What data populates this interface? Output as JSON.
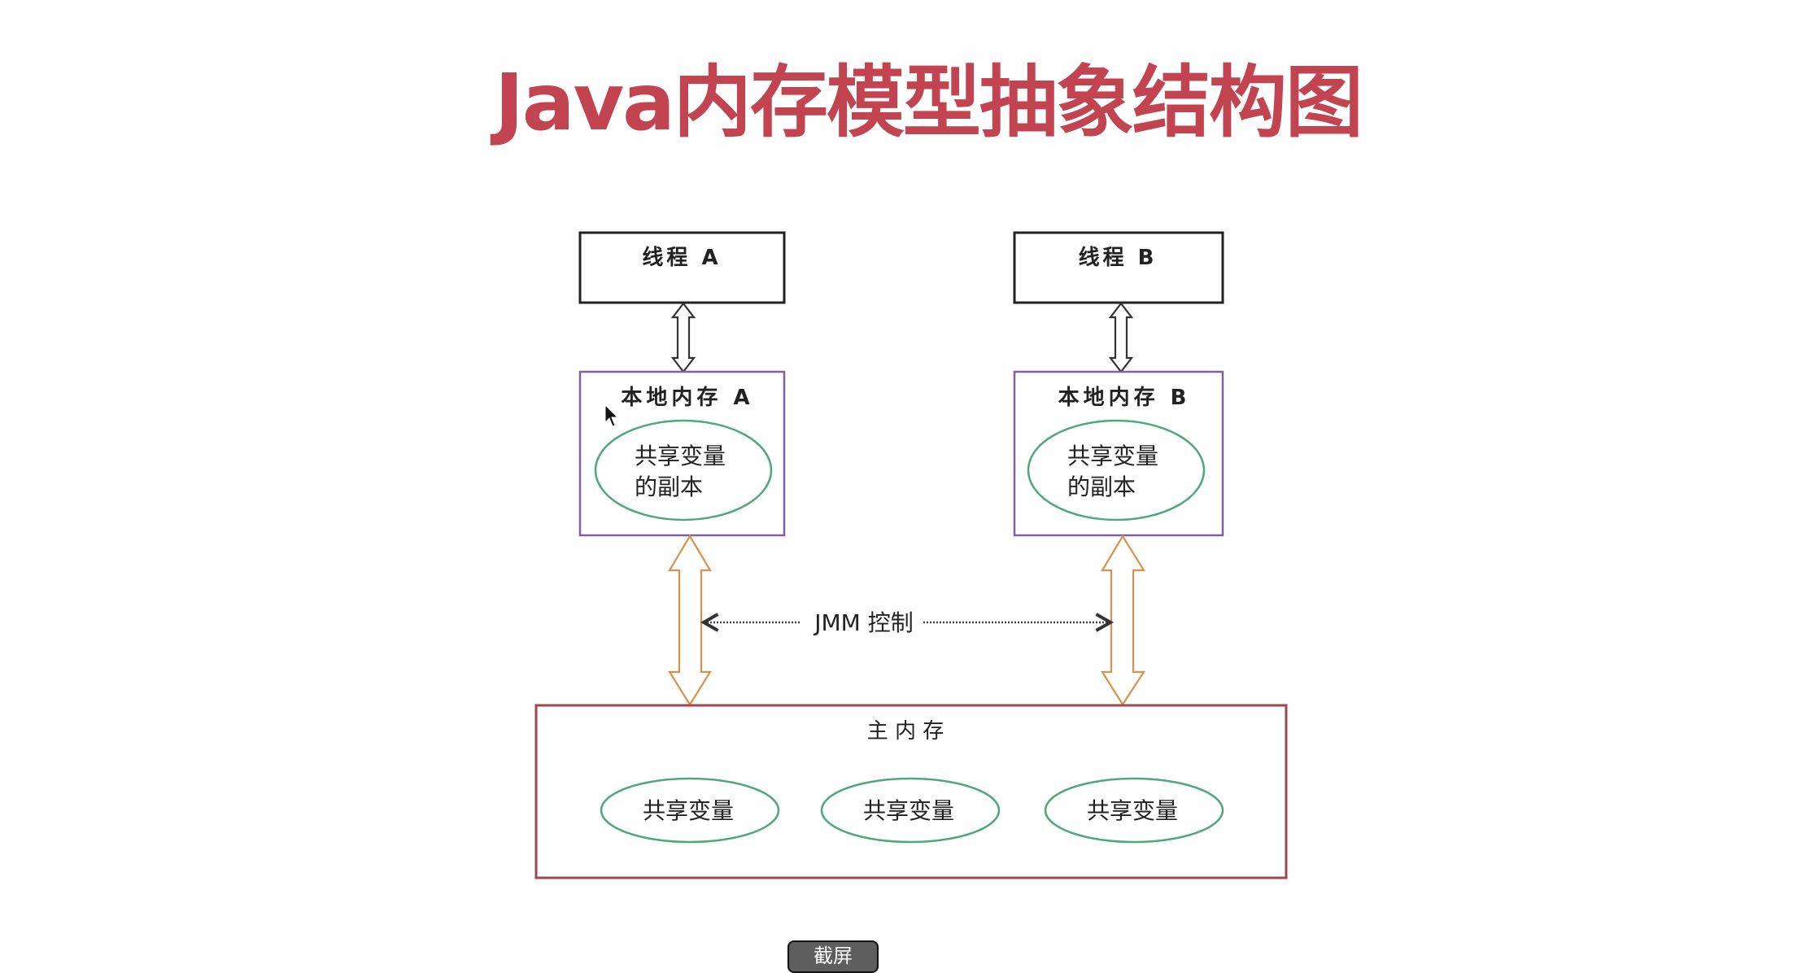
{
  "title": "Java内存模型抽象结构图",
  "colors": {
    "title": "#c14450",
    "thread_border": "#222222",
    "local_memory_border": "#7b62a3",
    "main_memory_border": "#a0484e",
    "ellipse_border": "#4fa87a",
    "orange_arrow": "#d9924e",
    "black_arrow": "#333333"
  },
  "diagram": {
    "threads": [
      {
        "label": "线程 A"
      },
      {
        "label": "线程 B"
      }
    ],
    "local_memories": [
      {
        "label": "本地内存 A",
        "copy_label_line1": "共享变量",
        "copy_label_line2": "的副本"
      },
      {
        "label": "本地内存 B",
        "copy_label_line1": "共享变量",
        "copy_label_line2": "的副本"
      }
    ],
    "jmm_label": "JMM 控制",
    "main_memory": {
      "label": "主 内 存",
      "shared_variables": [
        "共享变量",
        "共享变量",
        "共享变量"
      ]
    }
  },
  "overlay": {
    "screenshot_button_label": "截屏"
  }
}
